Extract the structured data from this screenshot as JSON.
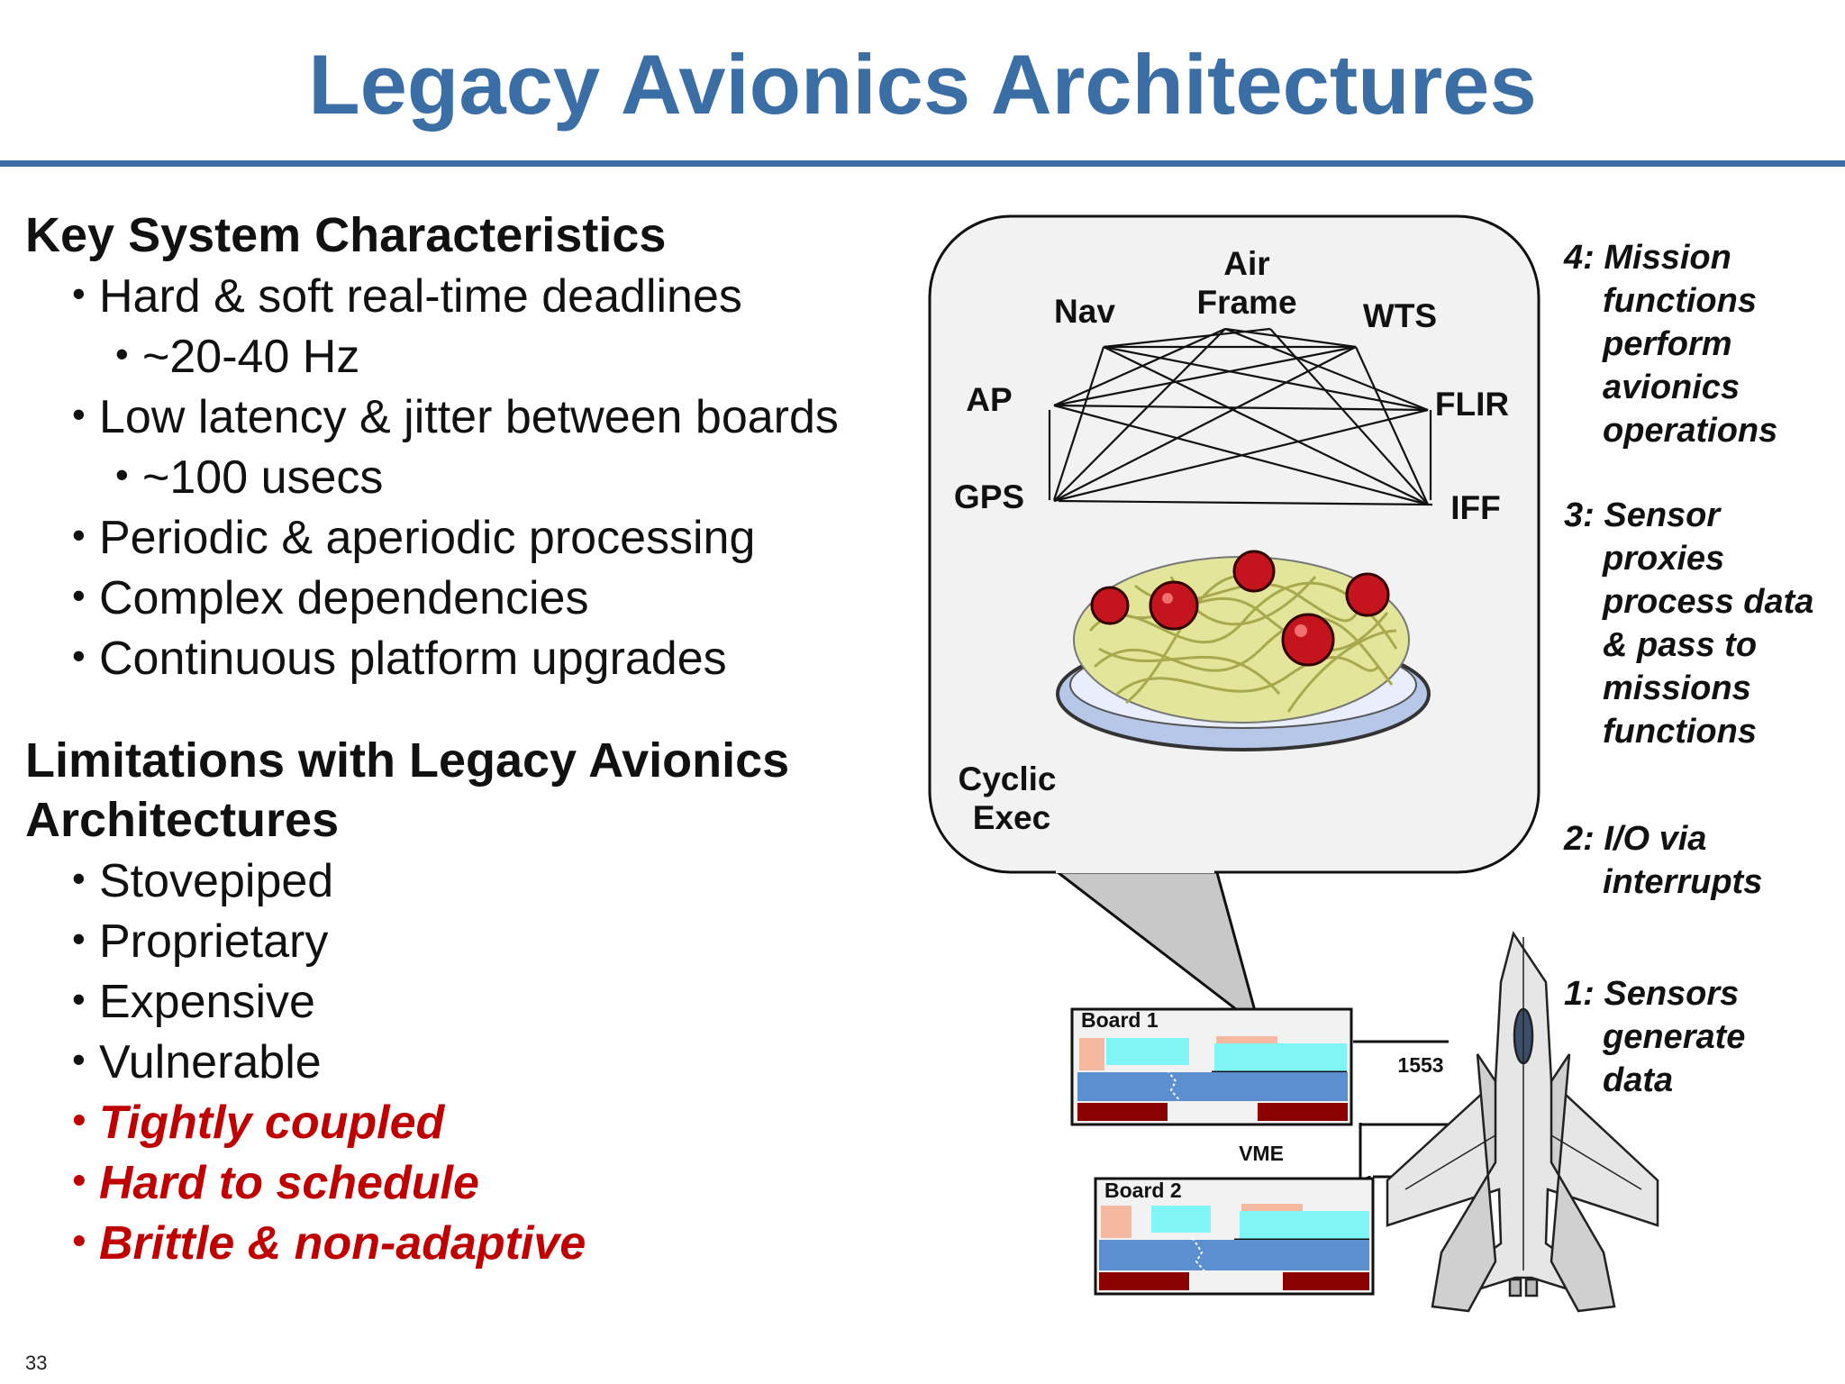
{
  "title": "Legacy Avionics Architectures",
  "page_number": "33",
  "characteristics": {
    "heading": "Key System Characteristics",
    "items": [
      {
        "level": 1,
        "text": "Hard & soft real-time deadlines"
      },
      {
        "level": 2,
        "text": "~20-40 Hz"
      },
      {
        "level": 1,
        "text": "Low latency & jitter between boards"
      },
      {
        "level": 2,
        "text": "~100 usecs"
      },
      {
        "level": 1,
        "text": "Periodic & aperiodic processing"
      },
      {
        "level": 1,
        "text": "Complex dependencies"
      },
      {
        "level": 1,
        "text": "Continuous platform upgrades"
      }
    ]
  },
  "limitations": {
    "heading": "Limitations with Legacy Avionics Architectures",
    "items": [
      {
        "text": "Stovepiped",
        "emphasis": false
      },
      {
        "text": "Proprietary",
        "emphasis": false
      },
      {
        "text": "Expensive",
        "emphasis": false
      },
      {
        "text": "Vulnerable",
        "emphasis": false
      },
      {
        "text": "Tightly coupled",
        "emphasis": true
      },
      {
        "text": "Hard to schedule",
        "emphasis": true
      },
      {
        "text": "Brittle & non-adaptive",
        "emphasis": true
      }
    ]
  },
  "diagram": {
    "nodes": {
      "air_frame_1": "Air",
      "air_frame_2": "Frame",
      "nav": "Nav",
      "wts": "WTS",
      "ap": "AP",
      "flir": "FLIR",
      "gps": "GPS",
      "iff": "IFF",
      "cyclic_1": "Cyclic",
      "cyclic_2": "Exec"
    },
    "board1": "Board 1",
    "board2": "Board 2",
    "bus_1553": "1553",
    "bus_vme": "VME"
  },
  "steps": [
    {
      "num": "4:",
      "lines": [
        "Mission",
        "functions",
        "perform",
        "avionics",
        "operations"
      ]
    },
    {
      "num": "3:",
      "lines": [
        "Sensor",
        "proxies",
        "process data",
        "& pass to",
        "missions",
        "functions"
      ]
    },
    {
      "num": "2:",
      "lines": [
        "I/O via",
        "interrupts"
      ]
    },
    {
      "num": "1:",
      "lines": [
        "Sensors",
        "generate",
        "data"
      ]
    }
  ],
  "colors": {
    "title": "#3a6ea5",
    "emphasis": "#c00000",
    "bubble": "#f2f2f2",
    "board_blue": "#5b8fcf",
    "board_cyan": "#7ff5f5",
    "board_salmon": "#f5b8a0",
    "board_darkred": "#8b0000"
  }
}
